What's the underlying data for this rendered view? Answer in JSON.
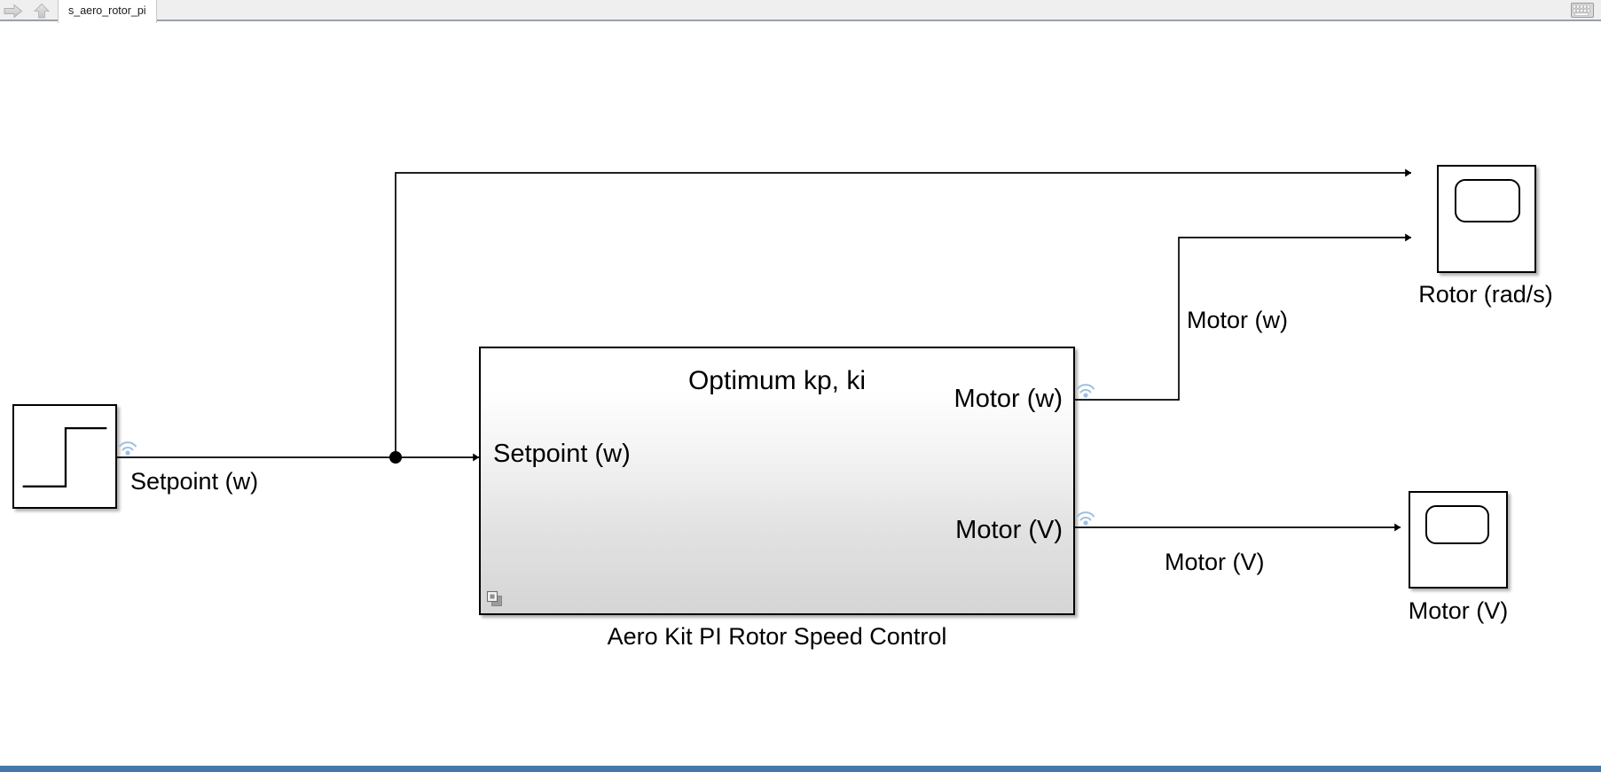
{
  "window": {
    "tab_label": "s_aero_rotor_pi",
    "accent_color": "#4578a8",
    "toolbar_bg": "#efefef",
    "canvas_bg": "#ffffff"
  },
  "toolbar": {
    "forward_icon": "forward-arrow-icon",
    "up_icon": "up-arrow-icon",
    "keyboard_icon": "keyboard-icon"
  },
  "diagram": {
    "blocks": {
      "step": {
        "name": "Step",
        "glyph": "step-signal-icon"
      },
      "subsystem": {
        "mask_title": "Optimum kp, ki",
        "caption": "Aero Kit PI Rotor Speed Control",
        "input_ports": [
          "Setpoint (w)"
        ],
        "output_ports": [
          "Motor (w)",
          "Motor (V)"
        ],
        "badge": "subsystem-badge-icon"
      },
      "scope_rotor": {
        "caption": "Rotor (rad/s)",
        "port_count": 2,
        "glyph": "scope-screen-icon"
      },
      "scope_motor_v": {
        "caption": "Motor (V)",
        "port_count": 1,
        "glyph": "scope-screen-icon"
      }
    },
    "signals": [
      {
        "id": "setpoint",
        "label": "Setpoint (w)",
        "logged": true
      },
      {
        "id": "motor_w",
        "label": "Motor (w)",
        "logged": true
      },
      {
        "id": "motor_v",
        "label": "Motor (V)",
        "logged": true
      }
    ],
    "wire_color": "#000000",
    "logging_badge_color": "#93b4d6"
  }
}
